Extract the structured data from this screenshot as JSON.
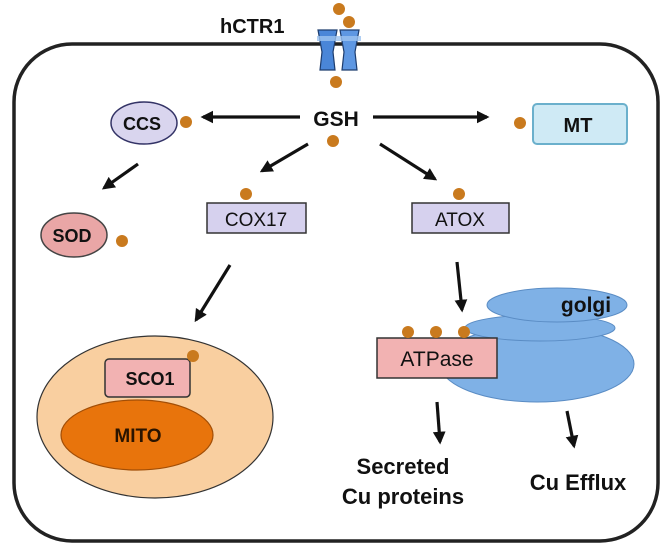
{
  "labels": {
    "transporter": "hCTR1",
    "center": "GSH",
    "ccs": "CCS",
    "mt": "MT",
    "sod": "SOD",
    "cox17": "COX17",
    "atox": "ATOX",
    "golgi": "golgi",
    "atpase": "ATPase",
    "sco1": "SCO1",
    "mito": "MITO",
    "secreted_line1": "Secreted",
    "secreted_line2": "Cu proteins",
    "efflux": "Cu Efflux"
  },
  "colors": {
    "copper_dot": "#C97A1E",
    "transporter_blue": "#4A86D8",
    "ccs_fill": "#D9D5EE",
    "mt_fill": "#CFEAF5",
    "mt_stroke": "#6BB0CC",
    "sod_fill": "#E9A6A6",
    "box_fill": "#D6D1EE",
    "atpase_fill": "#F2B2B2",
    "golgi_fill": "#7FB1E6",
    "mito_outer": "#F9CFA0",
    "mito_inner": "#E8740C",
    "cell_stroke": "#222222",
    "arrow": "#111111"
  }
}
